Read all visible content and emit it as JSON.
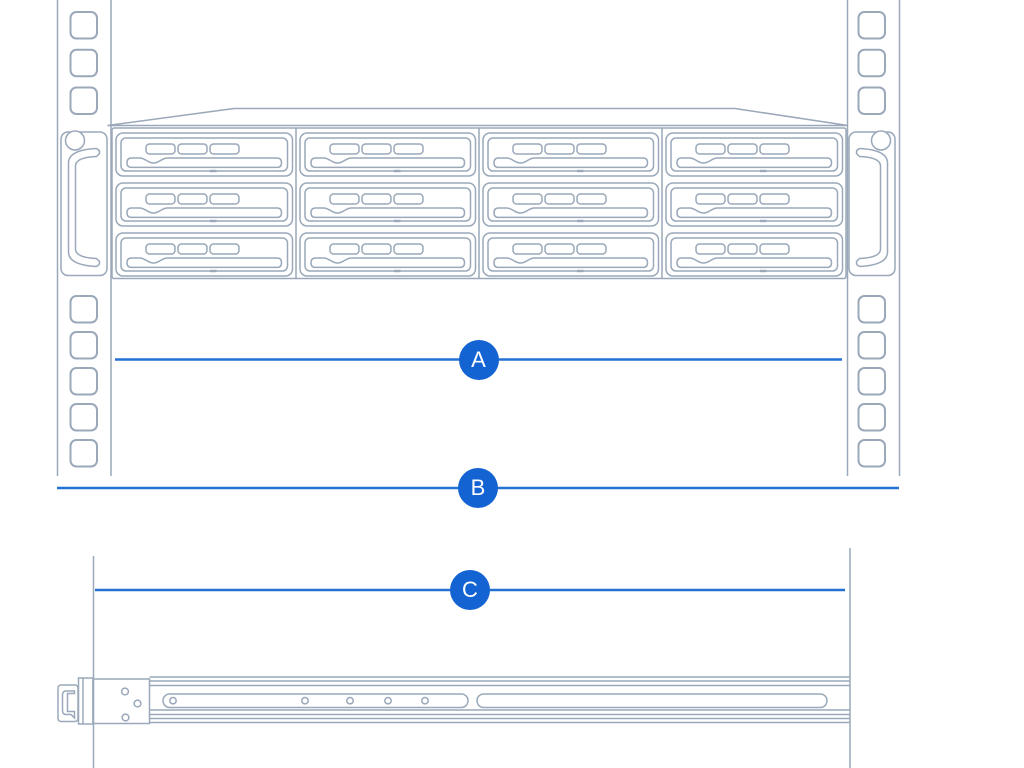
{
  "diagram": {
    "labels": [
      {
        "id": "A",
        "letter": "A"
      },
      {
        "id": "B",
        "letter": "B"
      },
      {
        "id": "C",
        "letter": "C"
      }
    ]
  },
  "structure": {
    "rack_posts": 2,
    "post_hole_rows_above_enclosure": 3,
    "post_hole_rows_below_enclosure": 5,
    "drive_bay_columns": 4,
    "drive_bay_rows": 3,
    "rail_slot_holes": 5,
    "rail_plate_holes": 3
  },
  "colors": {
    "background": "#ffffff",
    "sketch_line": "#9aa8ba",
    "dimension_line": "#2471d3",
    "callout_fill": "#1363d2",
    "callout_text": "#ffffff"
  }
}
